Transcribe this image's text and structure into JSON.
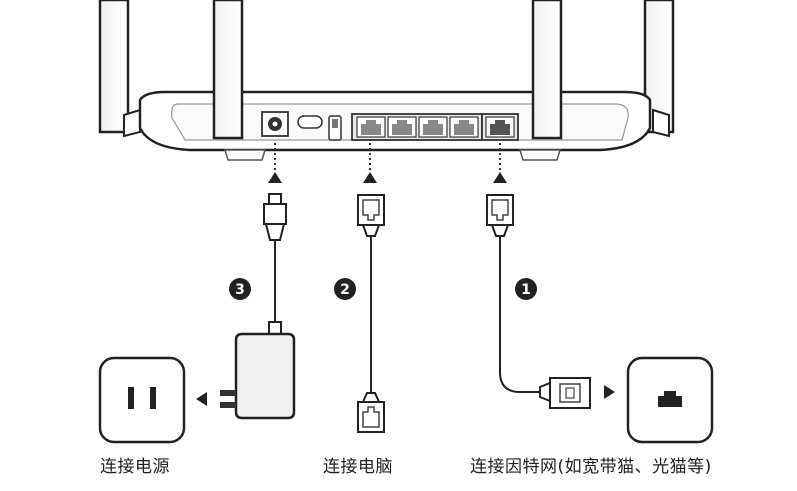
{
  "steps": [
    {
      "number": "1",
      "caption": "连接因特网(如宽带猫、光猫等)"
    },
    {
      "number": "2",
      "caption": "连接电脑"
    },
    {
      "number": "3",
      "caption": "连接电源"
    }
  ],
  "icons": {
    "router": "router-rear-panel-icon",
    "power_adapter": "power-adapter-icon",
    "wall_outlet": "wall-outlet-icon",
    "modem": "modem-icon",
    "ethernet_plug": "ethernet-plug-icon",
    "arrow": "arrow-icon"
  }
}
